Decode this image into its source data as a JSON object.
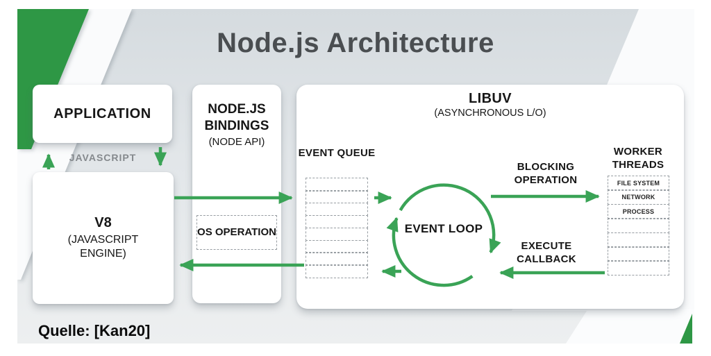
{
  "title": "Node.js Architecture",
  "source": "Quelle: [Kan20]",
  "colors": {
    "arrow_green": "#3aa356",
    "accent_green": "#2e9745",
    "title_gray": "#4a4e51",
    "link_label_gray": "#85898d"
  },
  "nodes": {
    "application": {
      "label": "APPLICATION"
    },
    "javascript_link": {
      "label": "JAVASCRIPT"
    },
    "v8": {
      "title": "V8",
      "subtitle": "(JAVASCRIPT ENGINE)"
    },
    "bindings": {
      "title": "NODE.JS BINDINGS",
      "subtitle": "(NODE API)",
      "os_operation": "OS OPERATION"
    },
    "libuv": {
      "title": "LIBUV",
      "subtitle": "(ASYNCHRONOUS L/O)",
      "event_queue": {
        "label": "EVENT QUEUE",
        "slot_count": 8
      },
      "event_loop": {
        "label": "EVENT LOOP"
      },
      "worker_threads": {
        "label": "WORKER THREADS",
        "rows": [
          "FILE SYSTEM",
          "NETWORK",
          "PROCESS",
          "",
          "",
          "",
          ""
        ]
      },
      "blocking_operation": "BLOCKING OPERATION",
      "execute_callback": "EXECUTE CALLBACK"
    }
  }
}
